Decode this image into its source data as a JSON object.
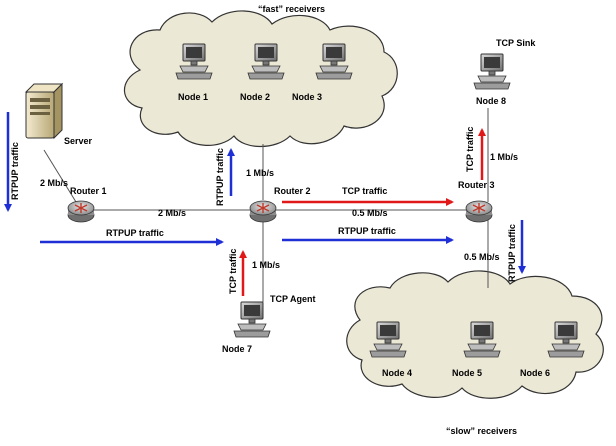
{
  "clouds": {
    "fast_label": "“fast” receivers",
    "slow_label": "“slow” receivers"
  },
  "nodes": {
    "server": "Server",
    "node1": "Node 1",
    "node2": "Node 2",
    "node3": "Node 3",
    "node4": "Node 4",
    "node5": "Node 5",
    "node6": "Node 6",
    "node7": "Node 7",
    "node8": "Node 8",
    "tcp_sink": "TCP Sink",
    "tcp_agent": "TCP Agent"
  },
  "routers": {
    "r1": "Router 1",
    "r2": "Router 2",
    "r3": "Router 3"
  },
  "links": {
    "server_r1": "2 Mb/s",
    "r1_r2": "2 Mb/s",
    "r2_r3": "0.5 Mb/s",
    "r2_fast": "1 Mb/s",
    "r3_node8": "1 Mb/s",
    "r3_slow": "0.5 Mb/s",
    "r2_node7": "1 Mb/s"
  },
  "traffic": {
    "rtpup": "RTPUP traffic",
    "tcp": "TCP traffic"
  },
  "colors": {
    "rtpup_arrow": "#1f2fd6",
    "tcp_arrow": "#e01818",
    "cloud_fill": "#ece8d6",
    "link": "#555555"
  }
}
